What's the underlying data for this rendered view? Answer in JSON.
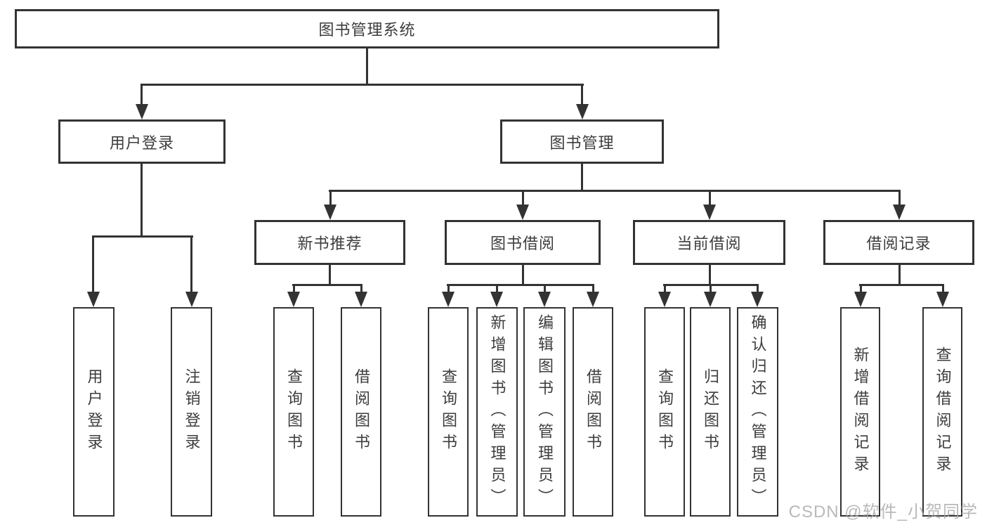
{
  "diagram": {
    "title": "图书管理系统",
    "tree": {
      "root": {
        "label": "图书管理系统"
      },
      "branches": [
        {
          "label": "用户登录",
          "children": [
            {
              "label": "用户登录"
            },
            {
              "label": "注销登录"
            }
          ]
        },
        {
          "label": "图书管理",
          "children": [
            {
              "label": "新书推荐",
              "children": [
                {
                  "label": "查询图书"
                },
                {
                  "label": "借阅图书"
                }
              ]
            },
            {
              "label": "图书借阅",
              "children": [
                {
                  "label": "查询图书"
                },
                {
                  "label": "新增图书（管理员）"
                },
                {
                  "label": "编辑图书（管理员）"
                },
                {
                  "label": "借阅图书"
                }
              ]
            },
            {
              "label": "当前借阅",
              "children": [
                {
                  "label": "查询图书"
                },
                {
                  "label": "归还图书"
                },
                {
                  "label": "确认归还（管理员）"
                }
              ]
            },
            {
              "label": "借阅记录",
              "children": [
                {
                  "label": "新增借阅记录"
                },
                {
                  "label": "查询借阅记录"
                }
              ]
            }
          ]
        }
      ]
    },
    "watermark": "CSDN @软件_小贺同学",
    "colors": {
      "line": "#333333",
      "text": "#3d3d3d",
      "background": "#ffffff",
      "watermark": "#a8a8a8"
    }
  }
}
